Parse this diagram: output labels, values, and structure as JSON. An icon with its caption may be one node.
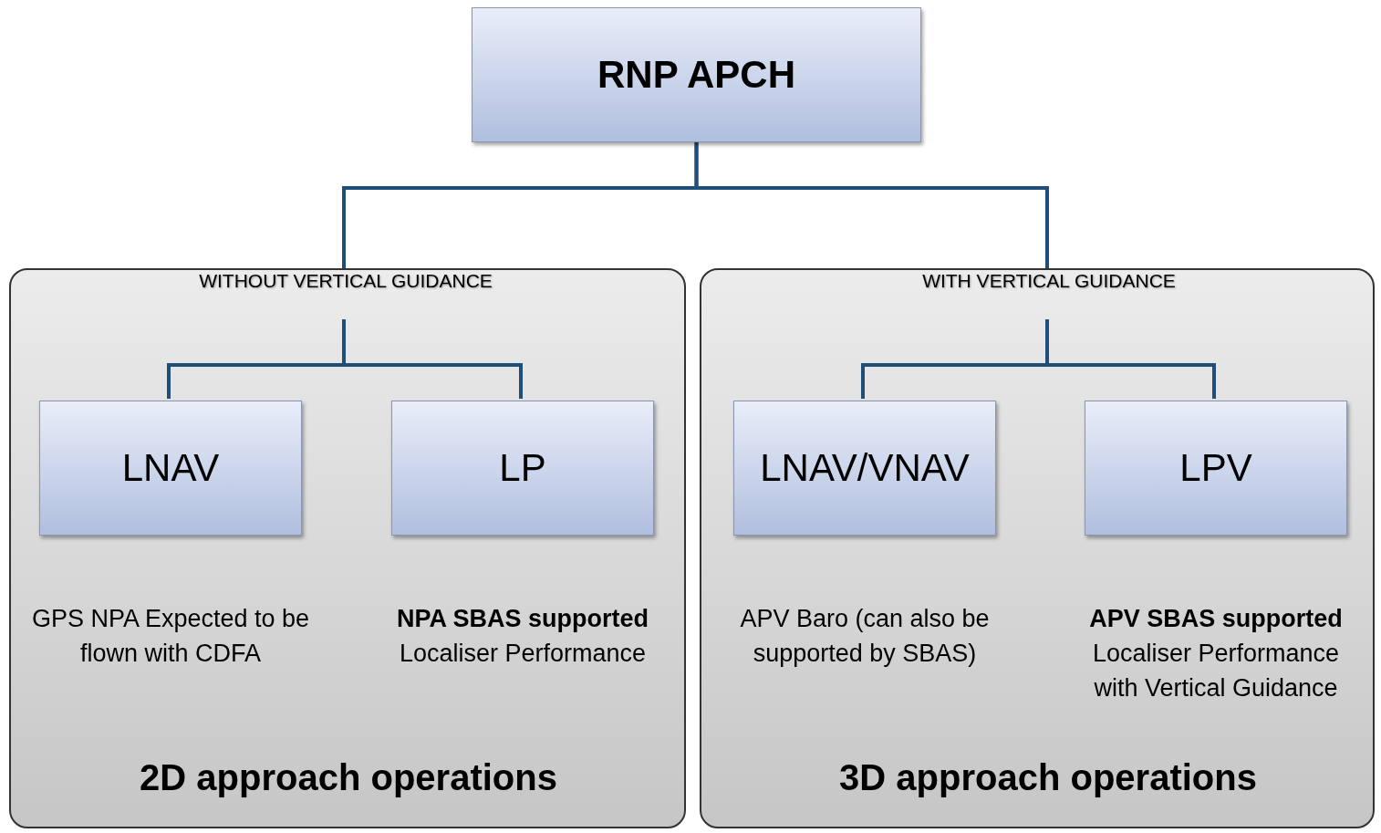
{
  "diagram": {
    "nodes": [
      {
        "text": [
          "RNP APCH"
        ]
      },
      {
        "text": [
          "WITHOUT VERTICAL GUIDANCE",
          "2D approach operations"
        ]
      },
      {
        "text": [
          "LNAV"
        ],
        "in": 1,
        "beside": [
          "GPS NPA Expected to be flown with CDFA"
        ]
      },
      {
        "text": [
          "LP"
        ],
        "in": 1,
        "beside": [
          "**NPA SBAS supported** Localiser Performance"
        ]
      },
      {
        "text": [
          "WITH VERTICAL GUIDANCE",
          "3D approach operations"
        ]
      },
      {
        "text": [
          "LNAV/VNAV"
        ],
        "in": 4,
        "beside": [
          "APV Baro (can also be supported by SBAS)"
        ]
      },
      {
        "text": [
          "LPV"
        ],
        "in": 4,
        "beside": [
          "**APV SBAS supported** Localiser Performance with Vertical Guidance"
        ]
      }
    ],
    "edges": [
      {
        "from": 0,
        "to": 1,
        "arrow": "none"
      },
      {
        "from": 0,
        "to": 4,
        "arrow": "none"
      },
      {
        "from": 1,
        "to": 2,
        "arrow": "none"
      },
      {
        "from": 1,
        "to": 3,
        "arrow": "none"
      },
      {
        "from": 4,
        "to": 5,
        "arrow": "none"
      },
      {
        "from": 4,
        "to": 6,
        "arrow": "none"
      }
    ]
  }
}
